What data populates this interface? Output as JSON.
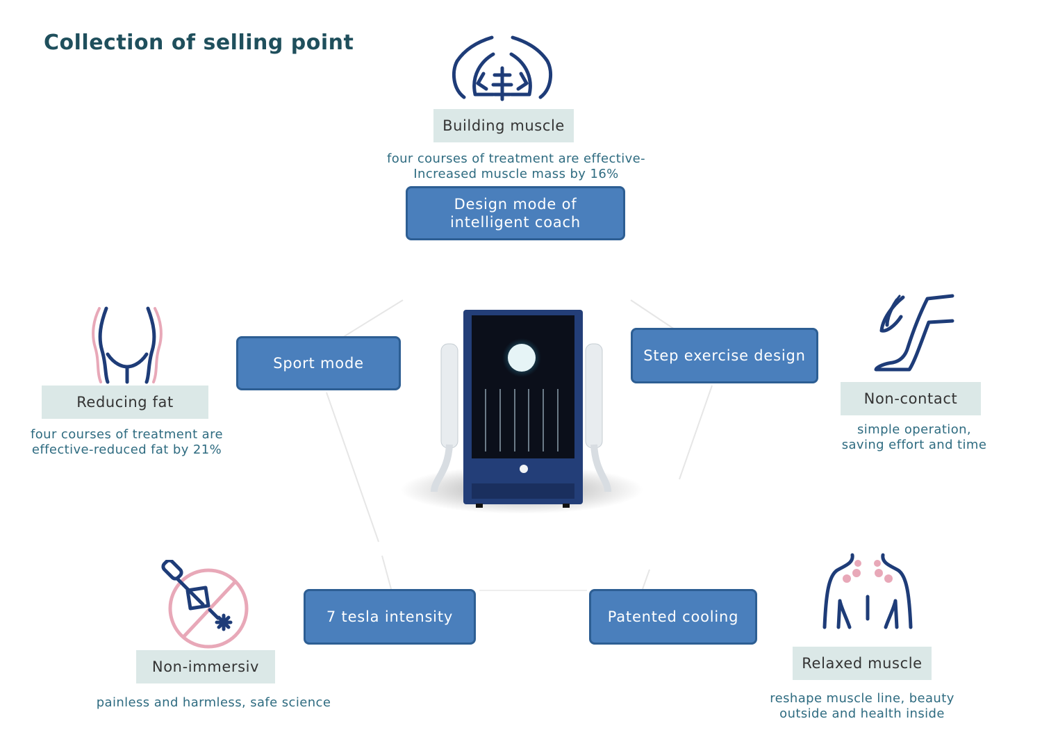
{
  "title": "Collection of selling point",
  "features": {
    "building_muscle": {
      "label": "Building muscle",
      "desc_line1": "four courses of treatment are effective-",
      "desc_line2": "Increased muscle mass by 16%"
    },
    "reducing_fat": {
      "label": "Reducing fat",
      "desc_line1": "four courses of treatment are",
      "desc_line2": "effective-reduced fat by 21%"
    },
    "non_contact": {
      "label": "Non-contact",
      "desc_line1": "simple operation,",
      "desc_line2": "saving effort and time"
    },
    "non_immersiv": {
      "label": "Non-immersiv",
      "desc_line1": "painless and harmless, safe science"
    },
    "relaxed_muscle": {
      "label": "Relaxed muscle",
      "desc_line1": "reshape muscle line, beauty",
      "desc_line2": "outside and health inside"
    }
  },
  "modes": {
    "intelligent_coach": "Design mode of intelligent coach",
    "sport_mode": "Sport mode",
    "step_exercise": "Step exercise design",
    "tesla": "7 tesla intensity",
    "cooling": "Patented cooling"
  },
  "colors": {
    "title": "#1f4f5c",
    "label_bg": "#dbe8e7",
    "mode_box": "#4a7fbc",
    "mode_border": "#2d5e93",
    "icon_navy": "#1e3c78",
    "icon_pink": "#e8a8b8"
  },
  "icons": [
    "chest-muscle-icon",
    "hips-waist-icon",
    "leg-hand-icon",
    "no-needle-icon",
    "back-muscle-icon",
    "device-image"
  ]
}
